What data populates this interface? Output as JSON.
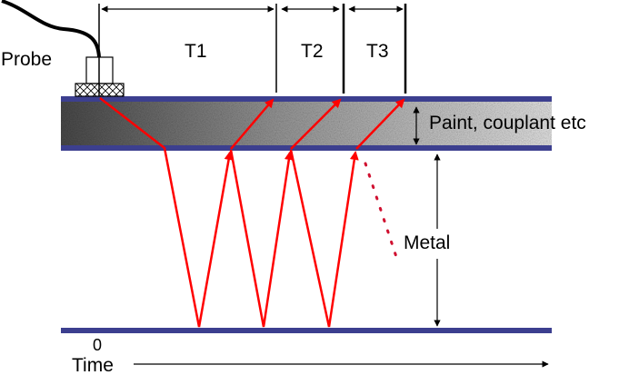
{
  "labels": {
    "probe": "Probe",
    "t1": "T1",
    "t2": "T2",
    "t3": "T3",
    "paint": "Paint, couplant etc",
    "metal": "Metal",
    "zero": "0",
    "time": "Time"
  },
  "colors": {
    "layer_line": "#3c3f8f",
    "ray": "#ff0000",
    "dotted": "#d01030"
  }
}
